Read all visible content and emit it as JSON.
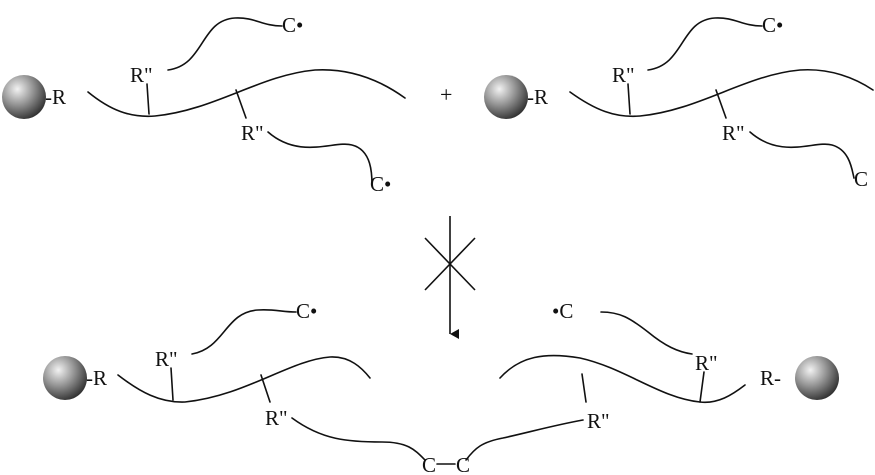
{
  "labels": {
    "anchor": "-R",
    "anchor_right": "R-",
    "branch": "R\"",
    "radical_end": "C•",
    "radical_start": "•C",
    "radical_cut": "C",
    "plus": "+",
    "coupled_left": "C",
    "coupled_bond": "—",
    "coupled_right": "C"
  },
  "colors": {
    "ink": "#111111",
    "sphere_light": "#f2f2f2",
    "sphere_mid": "#9a9a9a",
    "sphere_dark": "#2a2a2a"
  },
  "icons": {
    "particle": "gray-sphere-icon",
    "blocked_arrow": "crossed-down-arrow-icon"
  }
}
